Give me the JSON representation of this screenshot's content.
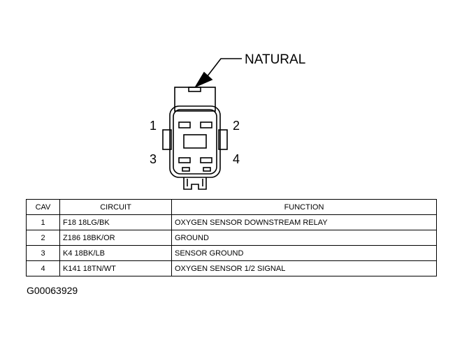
{
  "connector": {
    "color_label": "NATURAL",
    "pin_labels": [
      "1",
      "2",
      "3",
      "4"
    ]
  },
  "table": {
    "headers": [
      "CAV",
      "CIRCUIT",
      "FUNCTION"
    ],
    "rows": [
      {
        "cav": "1",
        "circuit": "F18 18LG/BK",
        "function": "OXYGEN SENSOR DOWNSTREAM RELAY"
      },
      {
        "cav": "2",
        "circuit": "Z186 18BK/OR",
        "function": "GROUND"
      },
      {
        "cav": "3",
        "circuit": "K4 18BK/LB",
        "function": "SENSOR GROUND"
      },
      {
        "cav": "4",
        "circuit": "K141 18TN/WT",
        "function": "OXYGEN SENSOR 1/2 SIGNAL"
      }
    ]
  },
  "figure_id": "G00063929"
}
